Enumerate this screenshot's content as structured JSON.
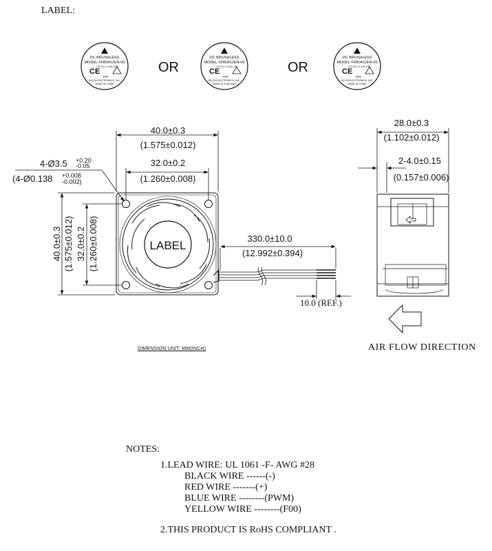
{
  "header": {
    "label_title": "LABEL:"
  },
  "labels": [
    {
      "line1": "DC BRUSHLESS",
      "model": "MODEL FFB0412EN-00",
      "rating": "DC12V 2.10A Y3E",
      "ce": "CE",
      "pat": "PAT",
      "maker": "DELTA ELECTRONICS, INC.",
      "origin": "MADE IN CHINA"
    },
    {
      "line1": "DC BRUSHLESS",
      "model": "MODEL FFB0412EN-00",
      "rating": "DC12V 2.10A Y3E",
      "ce": "CE",
      "pat": "PAT",
      "maker": "DELTA ELECTRONICS, INC.",
      "origin": "MADE IN THAILAND"
    },
    {
      "line1": "DC BRUSHLESS",
      "model": "MODEL FFB0412EN-00",
      "rating": "DC12V 2.10A Y3E",
      "ce": "CE",
      "pat": "PAT",
      "maker": "DELTA ELECTRONICS, INC.",
      "origin": "MADE IN CHINA"
    }
  ],
  "separators": [
    "OR",
    "OR"
  ],
  "front_view": {
    "outer_width": "40.0±0.3",
    "outer_width_inch": "(1.575±0.012)",
    "hole_spacing": "32.0±0.2",
    "hole_spacing_inch": "(1.260±0.008)",
    "hole_label_1": "4-Ø3.5",
    "hole_tol_1_top": "+0.20",
    "hole_tol_1_bot": "-0.05",
    "hole_label_2": "(4-Ø0.138",
    "hole_tol_2_top": "+0.008",
    "hole_tol_2_bot": "-0.002)",
    "outer_height": "40.0±0.3",
    "outer_height_inch": "(1.575±0.012)",
    "hole_height": "32.0±0.2",
    "hole_height_inch": "(1.260±0.008)",
    "hub_label": "LABEL",
    "wire_length": "330.0±10.0",
    "wire_length_inch": "(12.992±0.394)",
    "wire_strip": "10.0 (REF.)"
  },
  "side_view": {
    "depth": "28.0±0.3",
    "depth_inch": "(1.102±0.012)",
    "flange": "2-4.0±0.15",
    "flange_inch": "(0.157±0.006)"
  },
  "dimension_unit": "DIMENSION UNIT: MM(INCH)",
  "airflow": "AIR FLOW DIRECTION",
  "notes": {
    "title": "NOTES:",
    "lines": [
      "1.LEAD WIRE:  UL 1061 -F- AWG #28",
      "BLACK WIRE ------(-)",
      "RED WIRE -------(+)",
      "BLUE WIRE --------(PWM)",
      "YELLOW WIRE --------(F00)",
      "2.THIS PRODUCT IS RoHS COMPLIANT ."
    ]
  }
}
